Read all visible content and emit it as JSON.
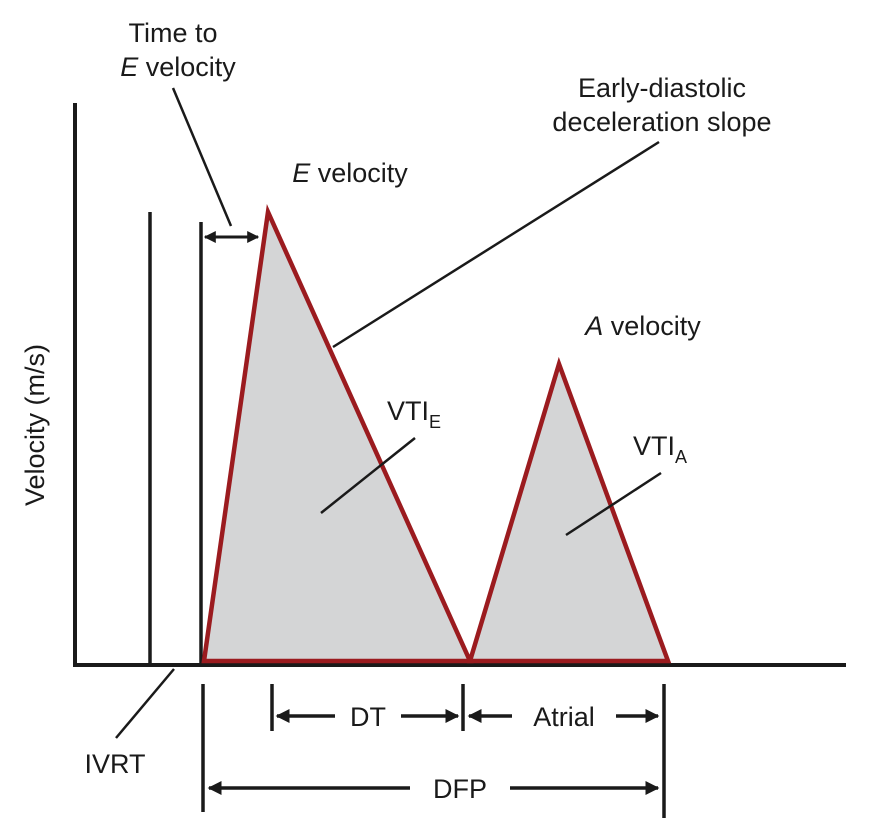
{
  "y_axis_label": "Velocity (m/s)",
  "time_to_e": {
    "line1": "Time to",
    "line2_italic": "E",
    "line2_rest": " velocity"
  },
  "early_diastolic": {
    "line1": "Early-diastolic",
    "line2": "deceleration slope"
  },
  "e_velocity": {
    "italic": "E",
    "rest": " velocity"
  },
  "a_velocity": {
    "italic": "A",
    "rest": " velocity"
  },
  "vti_e": {
    "main": "VTI",
    "sub": "E"
  },
  "vti_a": {
    "main": "VTI",
    "sub": "A"
  },
  "ivrt": "IVRT",
  "dt": "DT",
  "atrial": "Atrial",
  "dfp": "DFP",
  "colors": {
    "wave_stroke": "#9b1b1f",
    "wave_fill": "#d4d5d6",
    "ink": "#1a1a1a"
  }
}
